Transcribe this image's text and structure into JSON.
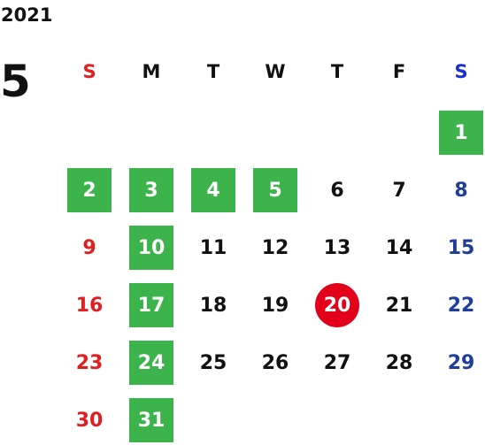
{
  "calendar": {
    "year": "2021",
    "month": "5",
    "colors": {
      "holiday_bg": "#3cb44b",
      "today_bg": "#e2001a",
      "sunday": "#e02020",
      "saturday": "#1f3d99",
      "saturday_header": "#1a2fd0"
    },
    "weekdays": [
      "S",
      "M",
      "T",
      "W",
      "T",
      "F",
      "S"
    ],
    "weeks": [
      [
        {
          "day": ""
        },
        {
          "day": ""
        },
        {
          "day": ""
        },
        {
          "day": ""
        },
        {
          "day": ""
        },
        {
          "day": ""
        },
        {
          "day": "1",
          "holiday": true
        }
      ],
      [
        {
          "day": "2",
          "holiday": true
        },
        {
          "day": "3",
          "holiday": true
        },
        {
          "day": "4",
          "holiday": true
        },
        {
          "day": "5",
          "holiday": true
        },
        {
          "day": "6"
        },
        {
          "day": "7"
        },
        {
          "day": "8"
        }
      ],
      [
        {
          "day": "9"
        },
        {
          "day": "10",
          "holiday": true
        },
        {
          "day": "11"
        },
        {
          "day": "12"
        },
        {
          "day": "13"
        },
        {
          "day": "14"
        },
        {
          "day": "15"
        }
      ],
      [
        {
          "day": "16"
        },
        {
          "day": "17",
          "holiday": true
        },
        {
          "day": "18"
        },
        {
          "day": "19"
        },
        {
          "day": "20",
          "today": true
        },
        {
          "day": "21"
        },
        {
          "day": "22"
        }
      ],
      [
        {
          "day": "23"
        },
        {
          "day": "24",
          "holiday": true
        },
        {
          "day": "25"
        },
        {
          "day": "26"
        },
        {
          "day": "27"
        },
        {
          "day": "28"
        },
        {
          "day": "29"
        }
      ],
      [
        {
          "day": "30"
        },
        {
          "day": "31",
          "holiday": true
        },
        {
          "day": ""
        },
        {
          "day": ""
        },
        {
          "day": ""
        },
        {
          "day": ""
        },
        {
          "day": ""
        }
      ]
    ]
  }
}
